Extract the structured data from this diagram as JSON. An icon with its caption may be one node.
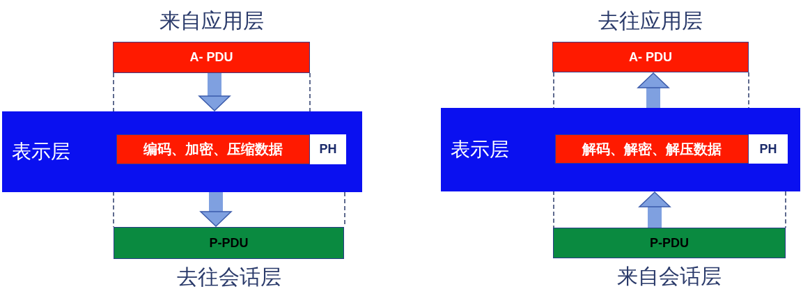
{
  "diagram": {
    "nodes": [
      {
        "text": [
          "A- PDU"
        ],
        "beside": [
          "来自应用层"
        ]
      },
      {
        "text": [
          "表示层"
        ]
      },
      {
        "text": [
          "编码、加密、压缩数据"
        ],
        "in": 1
      },
      {
        "text": [
          "PH"
        ],
        "in": 1
      },
      {
        "text": [
          "P-PDU"
        ],
        "beside": [
          "去往会话层"
        ]
      },
      {
        "text": [
          "A- PDU"
        ],
        "beside": [
          "去往应用层"
        ]
      },
      {
        "text": [
          "表示层"
        ]
      },
      {
        "text": [
          "解码、解密、解压数据"
        ],
        "in": 6
      },
      {
        "text": [
          "PH"
        ],
        "in": 6
      },
      {
        "text": [
          "P-PDU"
        ],
        "beside": [
          "来自会话层"
        ]
      }
    ],
    "edges": [
      {
        "from": 0,
        "to": 1,
        "arrow": "to"
      },
      {
        "from": 1,
        "to": 4,
        "arrow": "to"
      },
      {
        "from": 6,
        "to": 5,
        "arrow": "to"
      },
      {
        "from": 9,
        "to": 6,
        "arrow": "to"
      }
    ]
  }
}
